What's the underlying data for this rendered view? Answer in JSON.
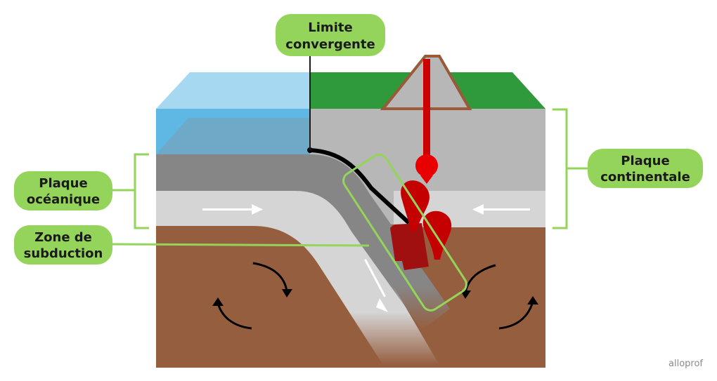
{
  "labels": {
    "convergent_limit": [
      "Limite",
      "convergente"
    ],
    "oceanic_plate": [
      "Plaque",
      "océanique"
    ],
    "subduction_zone": [
      "Zone de",
      "subduction"
    ],
    "continental_plate": [
      "Plaque",
      "continentale"
    ]
  },
  "brand": "alloprof",
  "colors": {
    "ocean_surface": "#a6d8f2",
    "ocean_front": "#5fb8e4",
    "land_surface": "#2f9a3c",
    "continent": "#b7b7b7",
    "oceanic_crust": "#868686",
    "lithosphere": "#d5d5d5",
    "mantle": "#955f3f",
    "magma": "#cc0000",
    "label_green": "#95d45a",
    "boundary_line": "#000000"
  }
}
